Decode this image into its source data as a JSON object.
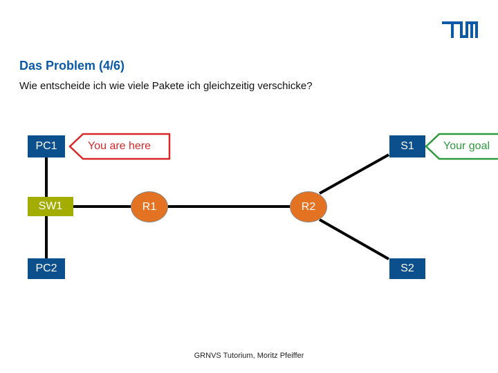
{
  "slide": {
    "title": "Das Problem (4/6)",
    "subtitle": "Wie entscheide ich wie viele Pakete ich gleichzeitig verschicke?",
    "footer": "GRNVS Tutorium, Moritz Pfeiffer"
  },
  "nodes": {
    "pc1": "PC1",
    "sw1": "SW1",
    "pc2": "PC2",
    "r1": "R1",
    "r2": "R2",
    "s1": "S1",
    "s2": "S2"
  },
  "callouts": {
    "you_are_here": "You are here",
    "your_goal": "Your goal"
  },
  "colors": {
    "title": "#0b5aa8",
    "host_box": "#0b4f8c",
    "switch_box": "#a2ad00",
    "router": "#e37222",
    "you_are_here": "#d62828",
    "your_goal": "#2c9a3d",
    "link": "#000000"
  },
  "icons": {
    "logo": "tum-logo"
  }
}
